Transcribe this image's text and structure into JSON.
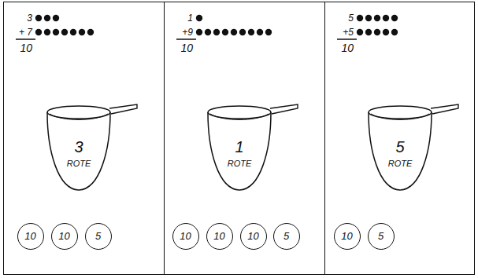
{
  "diagram": {
    "nodes": [
      {
        "text": [
          "3",
          "+ 7",
          "10"
        ]
      },
      {
        "text": [
          "3",
          "ROTE"
        ],
        "in": 0
      },
      {
        "text": [
          "10"
        ],
        "in": 0
      },
      {
        "text": [
          "10"
        ],
        "in": 0
      },
      {
        "text": [
          "5"
        ],
        "in": 0
      },
      {
        "text": [
          "1",
          "+9",
          "10"
        ]
      },
      {
        "text": [
          "1",
          "ROTE"
        ],
        "in": 5
      },
      {
        "text": [
          "10"
        ],
        "in": 5
      },
      {
        "text": [
          "10"
        ],
        "in": 5
      },
      {
        "text": [
          "10"
        ],
        "in": 5
      },
      {
        "text": [
          "5"
        ],
        "in": 5
      },
      {
        "text": [
          "5",
          "+5",
          "10"
        ]
      },
      {
        "text": [
          "5",
          "ROTE"
        ],
        "in": 11
      },
      {
        "text": [
          "10"
        ],
        "in": 11
      },
      {
        "text": [
          "5"
        ],
        "in": 11
      }
    ]
  }
}
